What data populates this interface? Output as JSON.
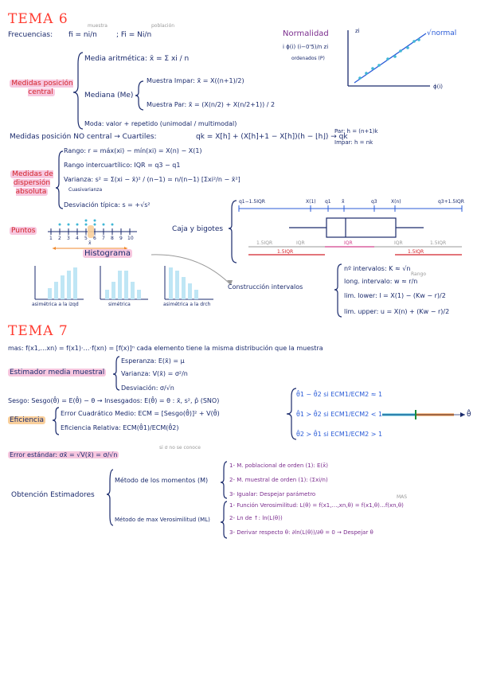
{
  "tema6": {
    "title": "TEMA 6",
    "freq_label": "Frecuencias:",
    "freq_fi": "fi = ni/n",
    "freq_Fi": "; Fi = Ni/n",
    "muestra": "muestra",
    "poblacion": "población",
    "normalidad": "Normalidad",
    "normalidad_formula": "i  ϕ(i)  (i−0'5)/n  zi",
    "ordenados": "ordenados (P)",
    "normal_label": "√normal",
    "axis_y": "zi",
    "axis_x": "ϕ(i)",
    "medidas_pos": "Medidas posición central",
    "media_arit": "Media aritmética: x̄ = Σ xi / n",
    "mediana": "Mediana (Me)",
    "muestra_impar": "Muestra Impar: x̃ = X((n+1)/2)",
    "muestra_par": "Muestra Par: x̃ = (X(n/2) + X(n/2+1)) / 2",
    "moda": "Moda: valor + repetido (unimodal / multimodal)",
    "no_central": "Medidas posición NO central → Cuartiles:",
    "cuartil_formula": "qk = X[h] + (X[h]+1 − X[h])(h − ⌊h⌋) → qk",
    "par_h": "Par: h = (n+1)k",
    "impar_h": "Impar: h = nk",
    "medidas_disp": "Medidas de dispersión absoluta",
    "rango": "Rango: r = máx(xi) − mín(xi) = X(n) − X(1)",
    "rango_iq": "Rango intercuartílico: IQR = q3 − q1",
    "varianza": "Varianza: s² = Σ(xi − x̄)² / (n−1) = n/(n−1) [Σxi²/n − x̄²]",
    "cuasivarianza": "Cuasivarianza",
    "desv": "Desviación típica: s = +√s²",
    "rango_note": "Rango",
    "puntos": "Puntos",
    "dot_ticks": [
      "1",
      "2",
      "3",
      "4",
      "5",
      "6",
      "7",
      "8",
      "9",
      "10"
    ],
    "dot_xlabel": "x̄",
    "caja": "Caja y bigotes",
    "box_labels": {
      "q1_15": "q1−1.5IQR",
      "x1": "X(1)",
      "q1": "q1",
      "med": "x̃",
      "q3": "q3",
      "xn": "X(n)",
      "q3_15": "q3+1.5IQR"
    },
    "iqr_labels": [
      "1.5IQR",
      "IQR",
      "IQR",
      "IQR",
      "1.5IQR"
    ],
    "iqr_red": [
      "1.5IQR",
      "1.5IQR"
    ],
    "histograma": "Histograma",
    "hist_labels": [
      "asimétrica a la izqd",
      "simétrica",
      "asimétrica a la drch"
    ],
    "construccion": "Construcción intervalos",
    "n_intervalos": "nº intervalos: K ≈ √n",
    "long_intervalo": "long. intervalo: w ≈ r/n",
    "lim_lower": "lim. lower: l = X(1) − (Kw − r)/2",
    "lim_upper": "lim. upper: u = X(n) + (Kw − r)/2",
    "rango_tag": "Rango"
  },
  "tema7": {
    "title": "TEMA 7",
    "mas": "mas: f(x1,…xn) = f(x1)·…·f(xn) = [f(x)]ⁿ cada elemento tiene la misma distribución que la muestra",
    "estimador": "Estimador media muestral",
    "esperanza": "Esperanza: E(x̄) = μ",
    "varianza": "Varianza: V(x̄) = σ²/n",
    "desviacion": "Desviación: σ/√n",
    "sesgo": "Sesgo: Sesgo(θ̂) = E(θ̂) − θ → Insesgados: E(θ̂) = θ : x̄, s², p̂ (SNO)",
    "eficiencia": "Eficiencia",
    "ecm": "Error Cuadrático Medio: ECM = [Sesgo(θ̂)]² + V(θ̂)",
    "ef_relativa": "Eficiencia Relativa: ECM(θ̂1)/ECM(θ̂2)",
    "cmp1": "θ̂1 ~ θ̂2 si ECM1/ECM2 ≈ 1",
    "cmp2": "θ̂1 ≻ θ̂2 si ECM1/ECM2 < 1",
    "cmp3": "θ̂2 ≻ θ̂1 si ECM1/ECM2 > 1",
    "theta_hat": "θ̂",
    "error_est": "Error estándar: σx̄ = √V(x̄) = σ/√n",
    "si_no": "si σ no se conoce",
    "obtencion": "Obtención Estimadores",
    "momentos": "Método de los momentos (M)",
    "m1": "1- M. poblacional de orden (1): E(x̄)",
    "m2": "2- M. muestral de orden (1): (Σxi/n)",
    "m3": "3- Igualar: Despejar parámetro",
    "mv": "Método de max Verosimilitud (ML)",
    "mv1": "1- Función Verosimilitud: L(θ) = f(x1,…,xn,θ) = f(x1,θ)…f(xn,θ)",
    "mv2": "2- Ln de ↑: ln(L(θ))",
    "mv3": "3- Derivar respecto θ: ∂ln(L(θ))/∂θ = 0 → Despejar θ",
    "mas_tag": "MAS"
  }
}
